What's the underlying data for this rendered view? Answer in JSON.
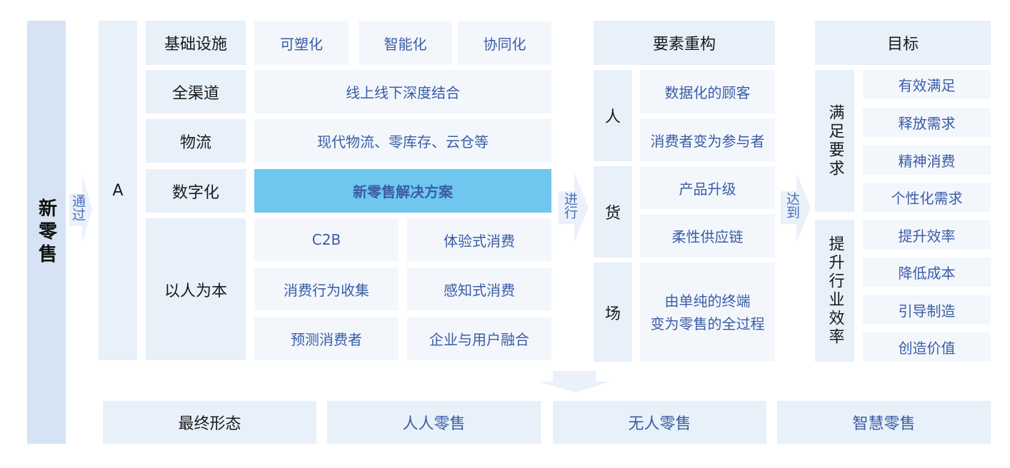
{
  "left_title": "新零售",
  "arrows": {
    "through": "通过",
    "proceed": "进行",
    "reach": "达到"
  },
  "a_label": "A",
  "rows": [
    {
      "label": "基础设施",
      "items": [
        "可塑化",
        "智能化",
        "协同化"
      ]
    },
    {
      "label": "全渠道",
      "items": [
        "线上线下深度结合"
      ]
    },
    {
      "label": "物流",
      "items": [
        "现代物流、零库存、云仓等"
      ]
    },
    {
      "label": "数字化",
      "items": [
        "新零售解决方案"
      ]
    },
    {
      "label": "以人为本",
      "items": [
        "C2B",
        "体验式消费",
        "消费行为收集",
        "感知式消费",
        "预测消费者",
        "企业与用户融合"
      ]
    }
  ],
  "restructure": {
    "title": "要素重构",
    "groups": [
      {
        "label": "人",
        "items": [
          "数据化的顾客",
          "消费者变为参与者"
        ]
      },
      {
        "label": "货",
        "items": [
          "产品升级",
          "柔性供应链"
        ]
      },
      {
        "label": "场",
        "items": [
          "由单纯的终端",
          "变为零售的全过程"
        ]
      }
    ]
  },
  "goal": {
    "title": "目标",
    "groups": [
      {
        "label": "满足要求",
        "items": [
          "有效满足",
          "释放需求",
          "精神消费",
          "个性化需求"
        ]
      },
      {
        "label": "提升行业效率",
        "items": [
          "提升效率",
          "降低成本",
          "引导制造",
          "创造价值"
        ]
      }
    ]
  },
  "bottom": [
    "最终形态",
    "人人零售",
    "无人零售",
    "智慧零售"
  ]
}
